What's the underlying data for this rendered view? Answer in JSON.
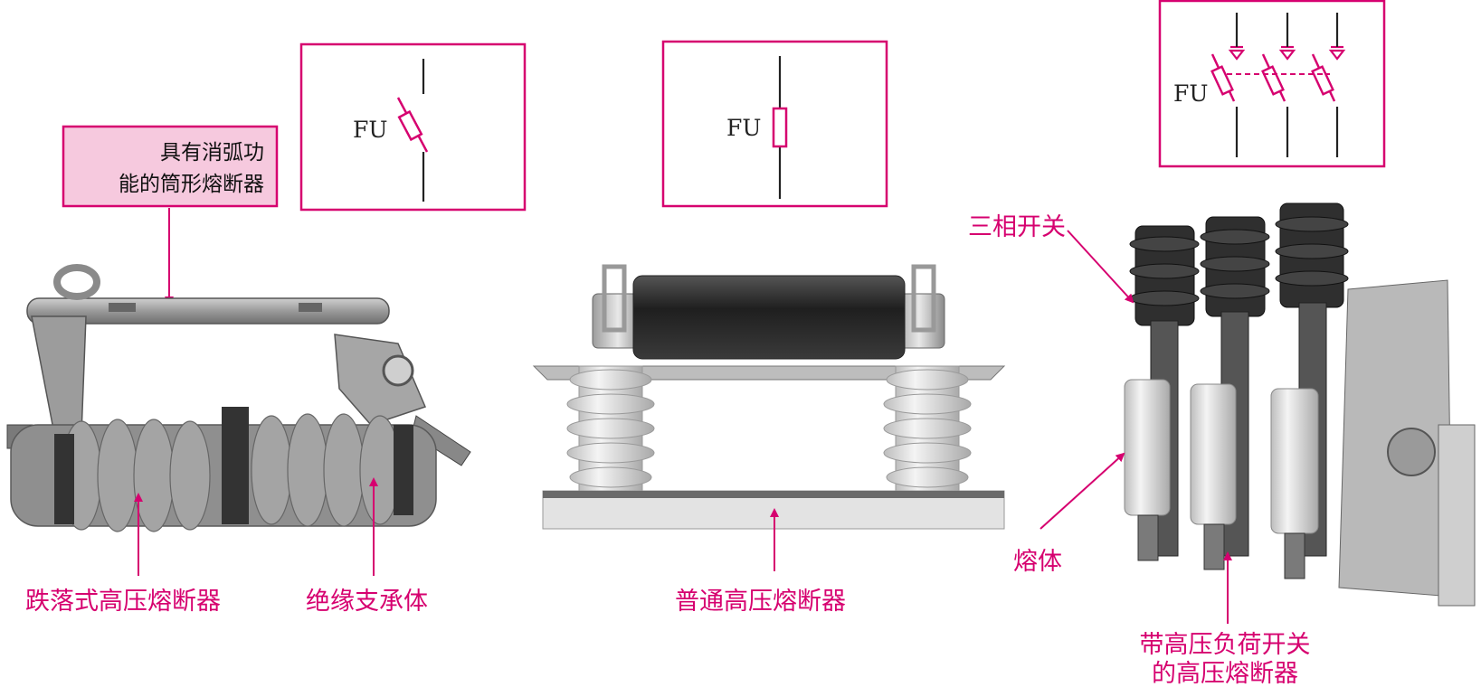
{
  "colors": {
    "accent": "#d6006f",
    "callout_fill": "#f6c9de",
    "photo_gray": "#8f8f8f"
  },
  "symbols": {
    "drop_out_fuse": {
      "label": "FU"
    },
    "plain_fuse": {
      "label": "FU"
    },
    "three_phase_fuse": {
      "label": "FU"
    }
  },
  "callout": {
    "line1": "具有消弧功",
    "line2": "能的筒形熔断器"
  },
  "labels": {
    "drop_out_fuse": "跌落式高压熔断器",
    "insulating_support": "绝缘支承体",
    "ordinary_fuse": "普通高压熔断器",
    "three_phase_switch": "三相开关",
    "fuse_element": "熔体",
    "load_switch_fuse_line1": "带高压负荷开关",
    "load_switch_fuse_line2": "的高压熔断器"
  }
}
